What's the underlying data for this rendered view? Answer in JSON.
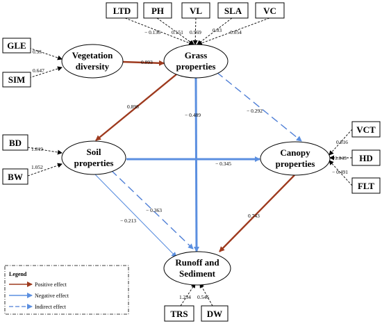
{
  "nodes": {
    "vegetation": [
      "Vegetation",
      "diversity"
    ],
    "grass": [
      "Grass",
      "properties"
    ],
    "soil": [
      "Soil",
      "properties"
    ],
    "canopy": [
      "Canopy",
      "properties"
    ],
    "runoff": [
      "Runoff and",
      "Sediment"
    ]
  },
  "indicators": {
    "ltd": "LTD",
    "ph": "PH",
    "vl": "VL",
    "sla": "SLA",
    "vc": "VC",
    "gle": "GLE",
    "sim": "SIM",
    "bd": "BD",
    "bw": "BW",
    "vct": "VCT",
    "hd": "HD",
    "flt": "FLT",
    "trs": "TRS",
    "dw": "DW"
  },
  "loadings": {
    "ltd": "− 0.136",
    "ph": "0.151",
    "vl": "0.969",
    "sla": "0.03",
    "vc": "0.054",
    "gle": "0.95",
    "sim": "0.647",
    "bd": "1.819",
    "bw": "1.052",
    "vct": "0.816",
    "hd": "1.043",
    "flt": "− 0.491",
    "trs": "1.234",
    "dw": "0.546"
  },
  "paths": {
    "veg_grass": "0.893",
    "grass_soil": "0.898",
    "grass_runoff": "− 0.489",
    "grass_canopy": "− 0.292",
    "soil_canopy": "− 0.345",
    "soil_runoff_indirect": "− 0.363",
    "soil_runoff": "− 0.213",
    "canopy_runoff": "0.743"
  },
  "legend": {
    "title": "Legend",
    "positive": "Positive effect",
    "negative": "Negative effect",
    "indirect": "Indirect effect"
  },
  "colors": {
    "positive": "#9e3a1e",
    "negative": "#5b8fe0",
    "indirect": "#4f7fd6"
  }
}
